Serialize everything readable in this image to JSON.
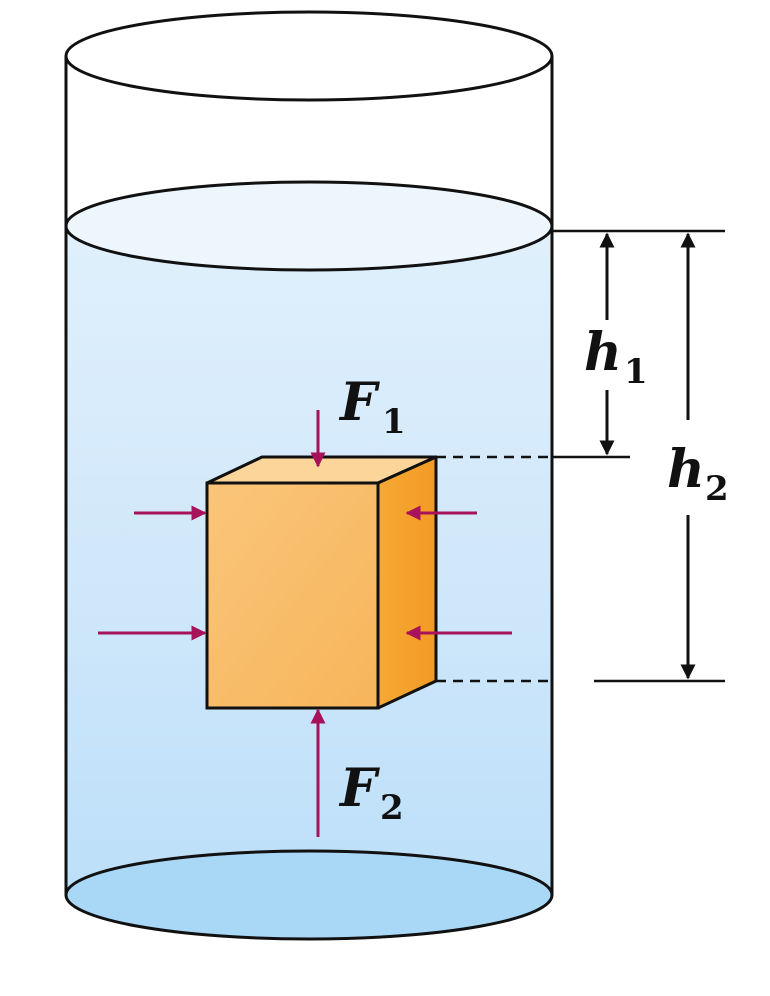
{
  "labels": {
    "h1": {
      "main": "h",
      "sub": "1"
    },
    "h2": {
      "main": "h",
      "sub": "2"
    },
    "f1": {
      "main": "F",
      "sub": "1"
    },
    "f2": {
      "main": "F",
      "sub": "2"
    }
  },
  "colors": {
    "water_top": "#dceefc",
    "water_bottom": "#aedaf8",
    "cube_front": "#f9bf6e",
    "cube_top": "#fbd59a",
    "cube_side": "#f4a22e",
    "pressure_arrow": "#a8125a",
    "outline": "#111111"
  }
}
